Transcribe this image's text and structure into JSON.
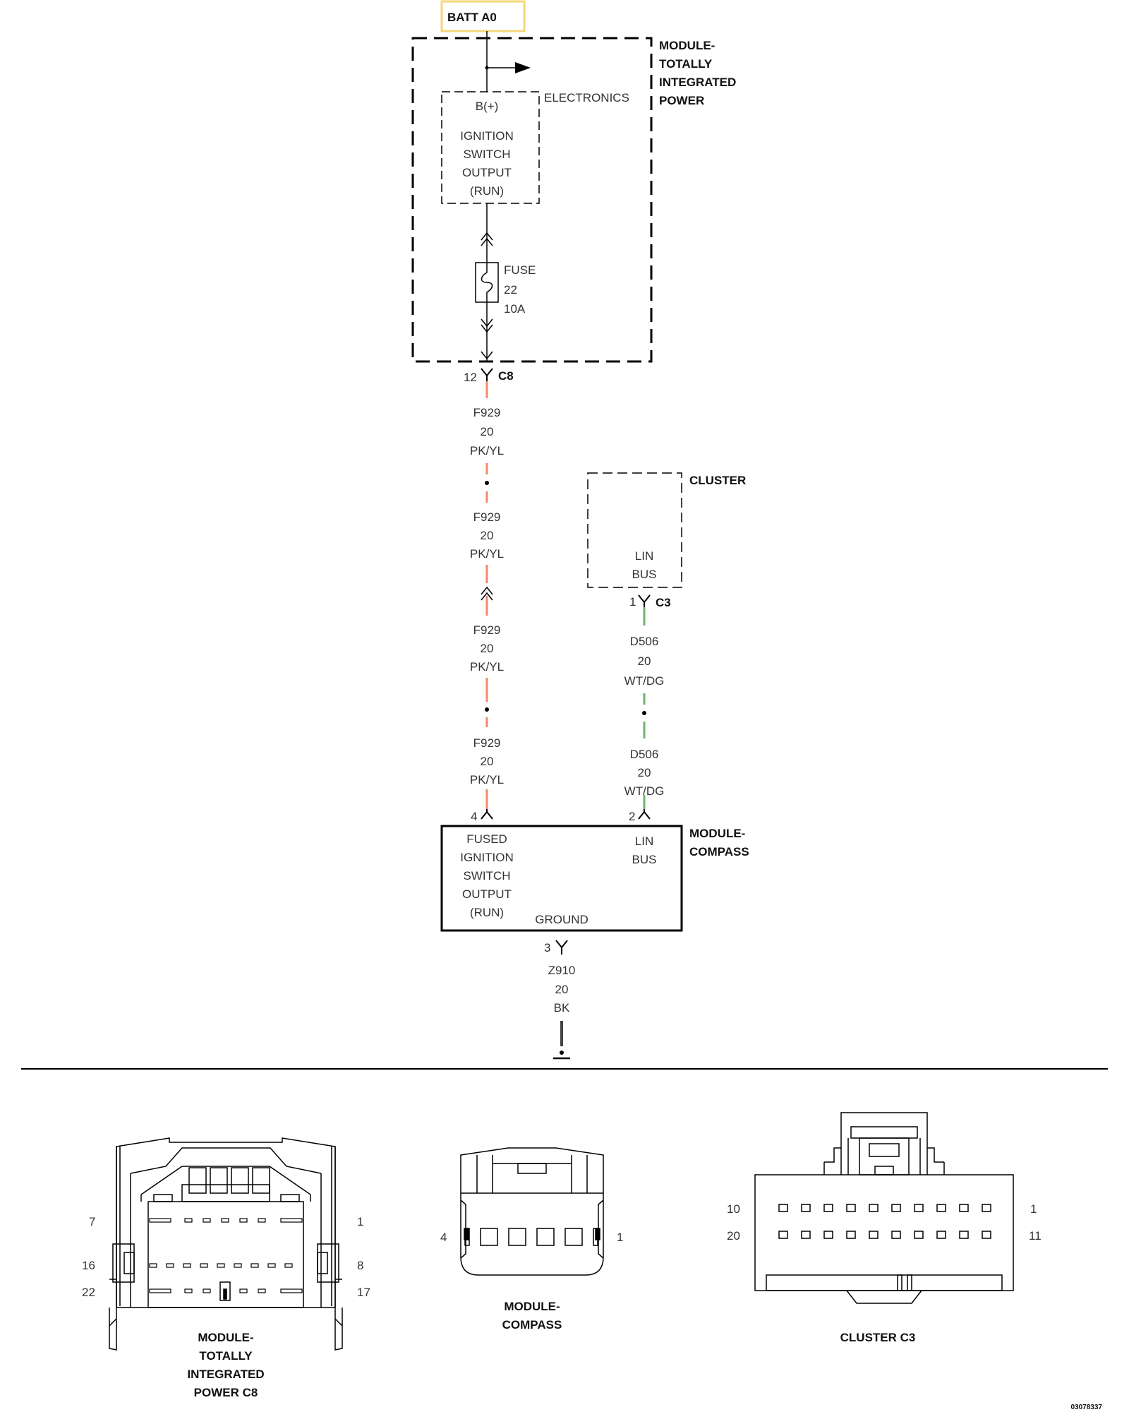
{
  "colors": {
    "pk_yl": "#f28a6a",
    "wt_dg": "#6fb36f",
    "bk": "#444444",
    "batt_highlight": "#f5d77a"
  },
  "batt": "BATT A0",
  "tipm": {
    "title": [
      "MODULE-",
      "TOTALLY",
      "INTEGRATED",
      "POWER"
    ],
    "electronics": "ELECTRONICS",
    "bplus": "B(+)",
    "ign_output": [
      "IGNITION",
      "SWITCH",
      "OUTPUT",
      "(RUN)"
    ],
    "fuse": [
      "FUSE",
      "22",
      "10A"
    ],
    "pin": "12",
    "connector": "C8"
  },
  "wire_f929": [
    "F929",
    "20",
    "PK/YL"
  ],
  "cluster": {
    "title": "CLUSTER",
    "lin": [
      "LIN",
      "BUS"
    ],
    "pin": "1",
    "connector": "C3"
  },
  "wire_d506": [
    "D506",
    "20",
    "WT/DG"
  ],
  "compass": {
    "title": [
      "MODULE-",
      "COMPASS"
    ],
    "fused": [
      "FUSED",
      "IGNITION",
      "SWITCH",
      "OUTPUT",
      "(RUN)"
    ],
    "lin": [
      "LIN",
      "BUS"
    ],
    "ground": "GROUND",
    "pin_f929": "4",
    "pin_d506": "2",
    "pin_ground": "3"
  },
  "wire_z910": [
    "Z910",
    "20",
    "BK"
  ],
  "connector_views": {
    "c8": {
      "caption": [
        "MODULE-",
        "TOTALLY",
        "INTEGRATED",
        "POWER C8"
      ],
      "pins": {
        "tl": "7",
        "tr": "1",
        "ml": "16",
        "mr": "8",
        "bl": "22",
        "br": "17"
      }
    },
    "compass": {
      "caption": [
        "MODULE-",
        "COMPASS"
      ],
      "pins": {
        "left": "4",
        "right": "1"
      }
    },
    "c3": {
      "caption": "CLUSTER C3",
      "pins": {
        "tl": "10",
        "tr": "1",
        "bl": "20",
        "br": "11"
      }
    }
  },
  "doc_id": "03078337"
}
